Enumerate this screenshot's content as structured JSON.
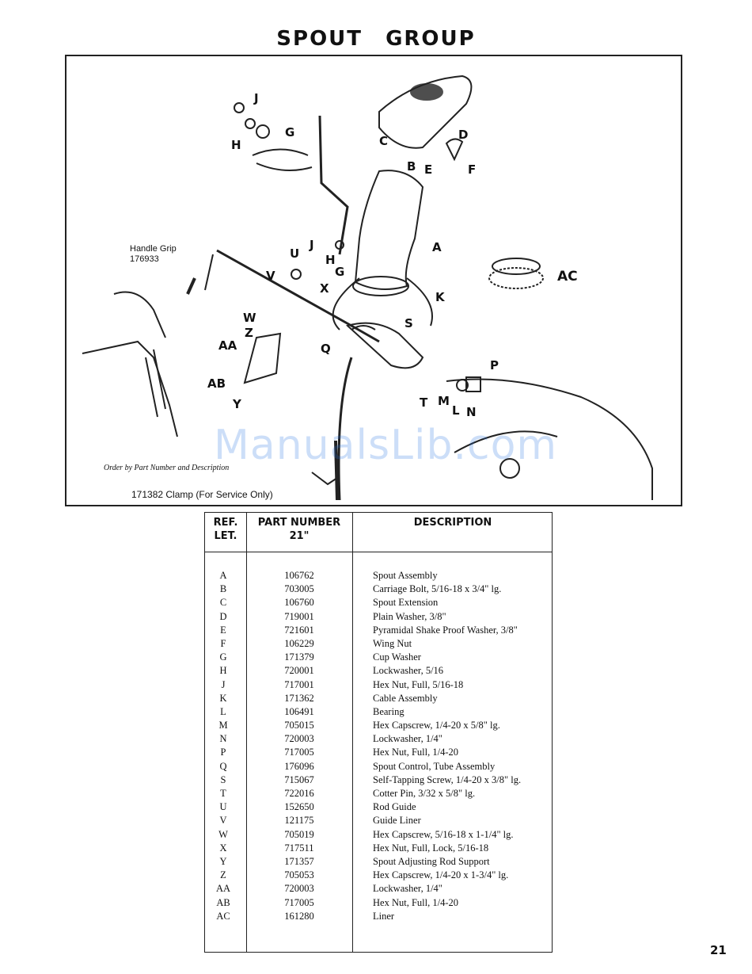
{
  "page_title": "SPOUT GROUP",
  "diagram": {
    "callouts": [
      "J",
      "H",
      "G",
      "C",
      "D",
      "B",
      "E",
      "F",
      "A",
      "AC",
      "U",
      "V",
      "X",
      "K",
      "W",
      "Z",
      "AA",
      "AB",
      "Y",
      "S",
      "Q",
      "P",
      "T",
      "M",
      "L",
      "N",
      "J",
      "H",
      "G"
    ],
    "handle_grip_label": "Handle Grip",
    "handle_grip_part": "176933",
    "order_note": "Order by Part Number and Description",
    "clamp_note": "171382 Clamp (For Service Only)",
    "watermark": "ManualsLib.com"
  },
  "table": {
    "headers": {
      "ref_line1": "REF.",
      "ref_line2": "LET.",
      "part_line1": "PART NUMBER",
      "part_line2": "21\"",
      "description": "DESCRIPTION"
    },
    "rows": [
      {
        "ref": "A",
        "part": "106762",
        "desc": "Spout Assembly"
      },
      {
        "ref": "B",
        "part": "703005",
        "desc": "Carriage Bolt, 5/16-18 x 3/4\" lg."
      },
      {
        "ref": "C",
        "part": "106760",
        "desc": "Spout Extension"
      },
      {
        "ref": "D",
        "part": "719001",
        "desc": "Plain Washer, 3/8\""
      },
      {
        "ref": "E",
        "part": "721601",
        "desc": "Pyramidal Shake Proof Washer, 3/8\""
      },
      {
        "ref": "F",
        "part": "106229",
        "desc": "Wing Nut"
      },
      {
        "ref": "G",
        "part": "171379",
        "desc": "Cup Washer"
      },
      {
        "ref": "H",
        "part": "720001",
        "desc": "Lockwasher, 5/16"
      },
      {
        "ref": "J",
        "part": "717001",
        "desc": "Hex Nut, Full, 5/16-18"
      },
      {
        "ref": "K",
        "part": "171362",
        "desc": "Cable Assembly"
      },
      {
        "ref": "L",
        "part": "106491",
        "desc": "Bearing"
      },
      {
        "ref": "M",
        "part": "705015",
        "desc": "Hex Capscrew, 1/4-20 x 5/8\" lg."
      },
      {
        "ref": "N",
        "part": "720003",
        "desc": "Lockwasher, 1/4\""
      },
      {
        "ref": "P",
        "part": "717005",
        "desc": "Hex Nut, Full, 1/4-20"
      },
      {
        "ref": "Q",
        "part": "176096",
        "desc": "Spout Control, Tube Assembly"
      },
      {
        "ref": "S",
        "part": "715067",
        "desc": "Self-Tapping Screw, 1/4-20 x 3/8\" lg."
      },
      {
        "ref": "T",
        "part": "722016",
        "desc": "Cotter Pin, 3/32 x 5/8\" lg."
      },
      {
        "ref": "U",
        "part": "152650",
        "desc": "Rod Guide"
      },
      {
        "ref": "V",
        "part": "121175",
        "desc": "Guide Liner"
      },
      {
        "ref": "W",
        "part": "705019",
        "desc": "Hex Capscrew, 5/16-18 x 1-1/4\" lg."
      },
      {
        "ref": "X",
        "part": "717511",
        "desc": "Hex Nut, Full, Lock, 5/16-18"
      },
      {
        "ref": "Y",
        "part": "171357",
        "desc": "Spout Adjusting Rod Support"
      },
      {
        "ref": "Z",
        "part": "705053",
        "desc": "Hex Capscrew, 1/4-20 x 1-3/4\" lg."
      },
      {
        "ref": "AA",
        "part": "720003",
        "desc": "Lockwasher, 1/4\""
      },
      {
        "ref": "AB",
        "part": "717005",
        "desc": "Hex Nut, Full, 1/4-20"
      },
      {
        "ref": "AC",
        "part": "161280",
        "desc": "Liner"
      }
    ]
  },
  "page_number": "21"
}
